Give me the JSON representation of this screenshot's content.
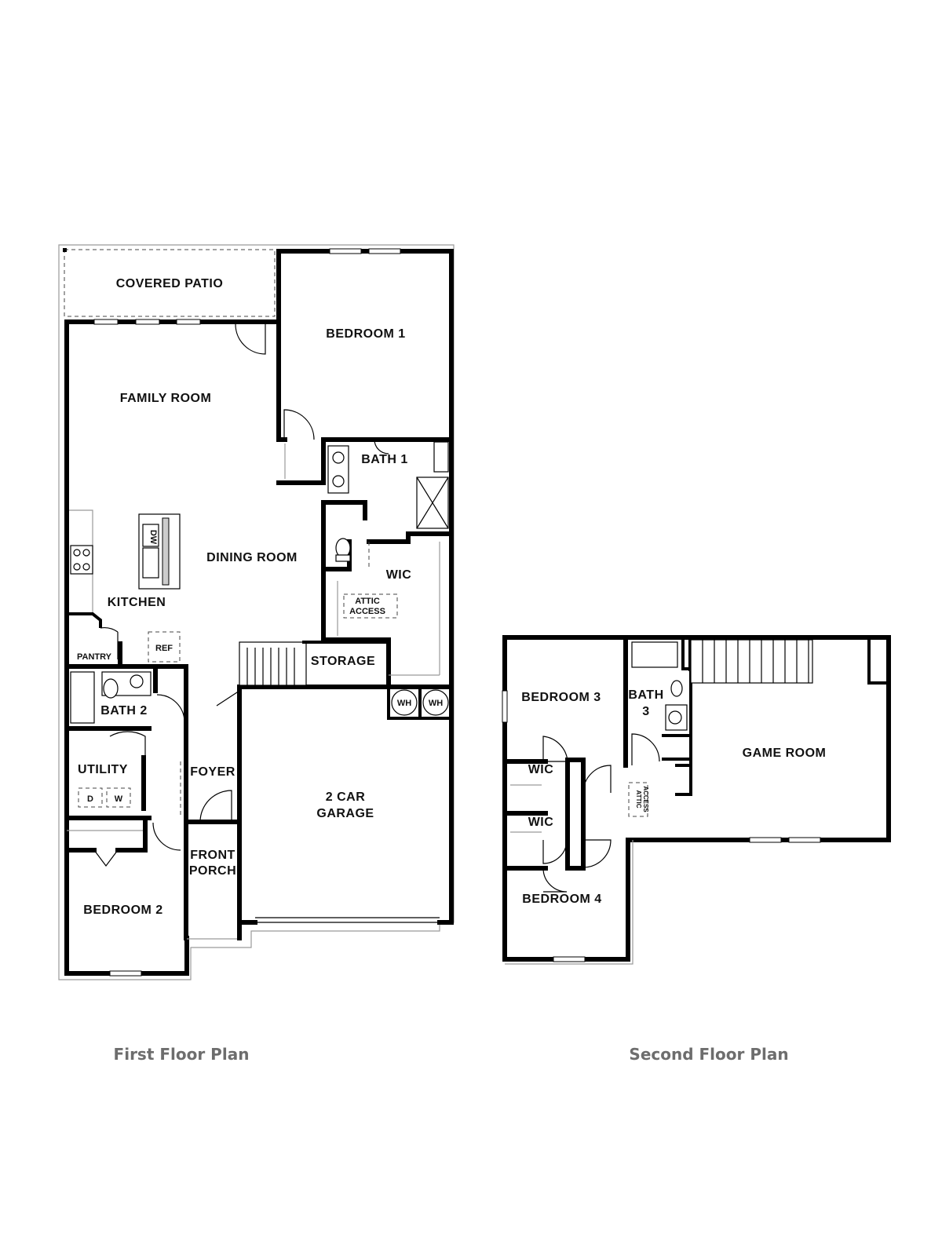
{
  "first_floor": {
    "caption": "First Floor Plan",
    "rooms": {
      "covered_patio": "COVERED PATIO",
      "bedroom_1": "BEDROOM 1",
      "family_room": "FAMILY ROOM",
      "bath_1": "BATH 1",
      "dining_room": "DINING ROOM",
      "wic": "WIC",
      "kitchen": "KITCHEN",
      "attic_access_1": "ATTIC",
      "attic_access_2": "ACCESS",
      "pantry": "PANTRY",
      "ref": "REF",
      "storage": "STORAGE",
      "bath_2": "BATH 2",
      "wh_1": "WH",
      "wh_2": "WH",
      "utility": "UTILITY",
      "dryer": "D",
      "washer": "W",
      "foyer": "FOYER",
      "garage_1": "2 CAR",
      "garage_2": "GARAGE",
      "front_porch_1": "FRONT",
      "front_porch_2": "PORCH",
      "bedroom_2": "BEDROOM 2",
      "dw": "DW"
    }
  },
  "second_floor": {
    "caption": "Second Floor Plan",
    "rooms": {
      "bedroom_3": "BEDROOM 3",
      "bath_3_1": "BATH",
      "bath_3_2": "3",
      "game_room": "GAME ROOM",
      "wic_1": "WIC",
      "wic_2": "WIC",
      "attic_access_1": "ATTIC",
      "attic_access_2": "ACCESS",
      "bedroom_4": "BEDROOM 4"
    }
  }
}
